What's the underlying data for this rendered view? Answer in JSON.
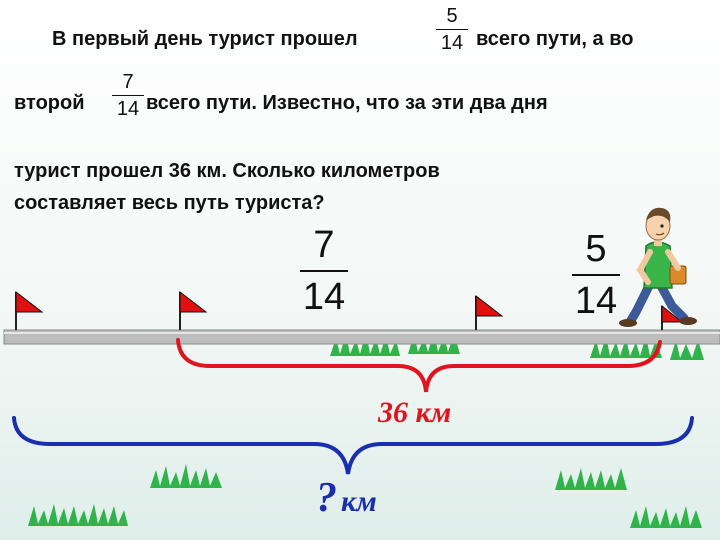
{
  "problem": {
    "line1_a": "В первый день турист прошел",
    "line1_b": "всего пути, а во",
    "line2_a": "второй",
    "line2_b": "всего пути. Известно, что за эти два дня",
    "line3": "турист прошел 36 км. Сколько километров",
    "line4": "составляет весь путь туриста?"
  },
  "fraction_day1": {
    "numerator": "5",
    "denominator": "14"
  },
  "fraction_day2": {
    "numerator": "7",
    "denominator": "14"
  },
  "diagram": {
    "fraction_left": {
      "numerator": "7",
      "denominator": "14"
    },
    "fraction_right": {
      "numerator": "5",
      "denominator": "14"
    },
    "two_days_value": "36",
    "two_days_unit": "км",
    "total_mark": "?",
    "total_unit": "км"
  },
  "colors": {
    "flag": "#e01010",
    "red_brace": "#e0141e",
    "blue_brace": "#1a2fb0",
    "road": "#b8b8b8",
    "grass": "#2fb34a",
    "question_mark": "#1a2fb0"
  }
}
